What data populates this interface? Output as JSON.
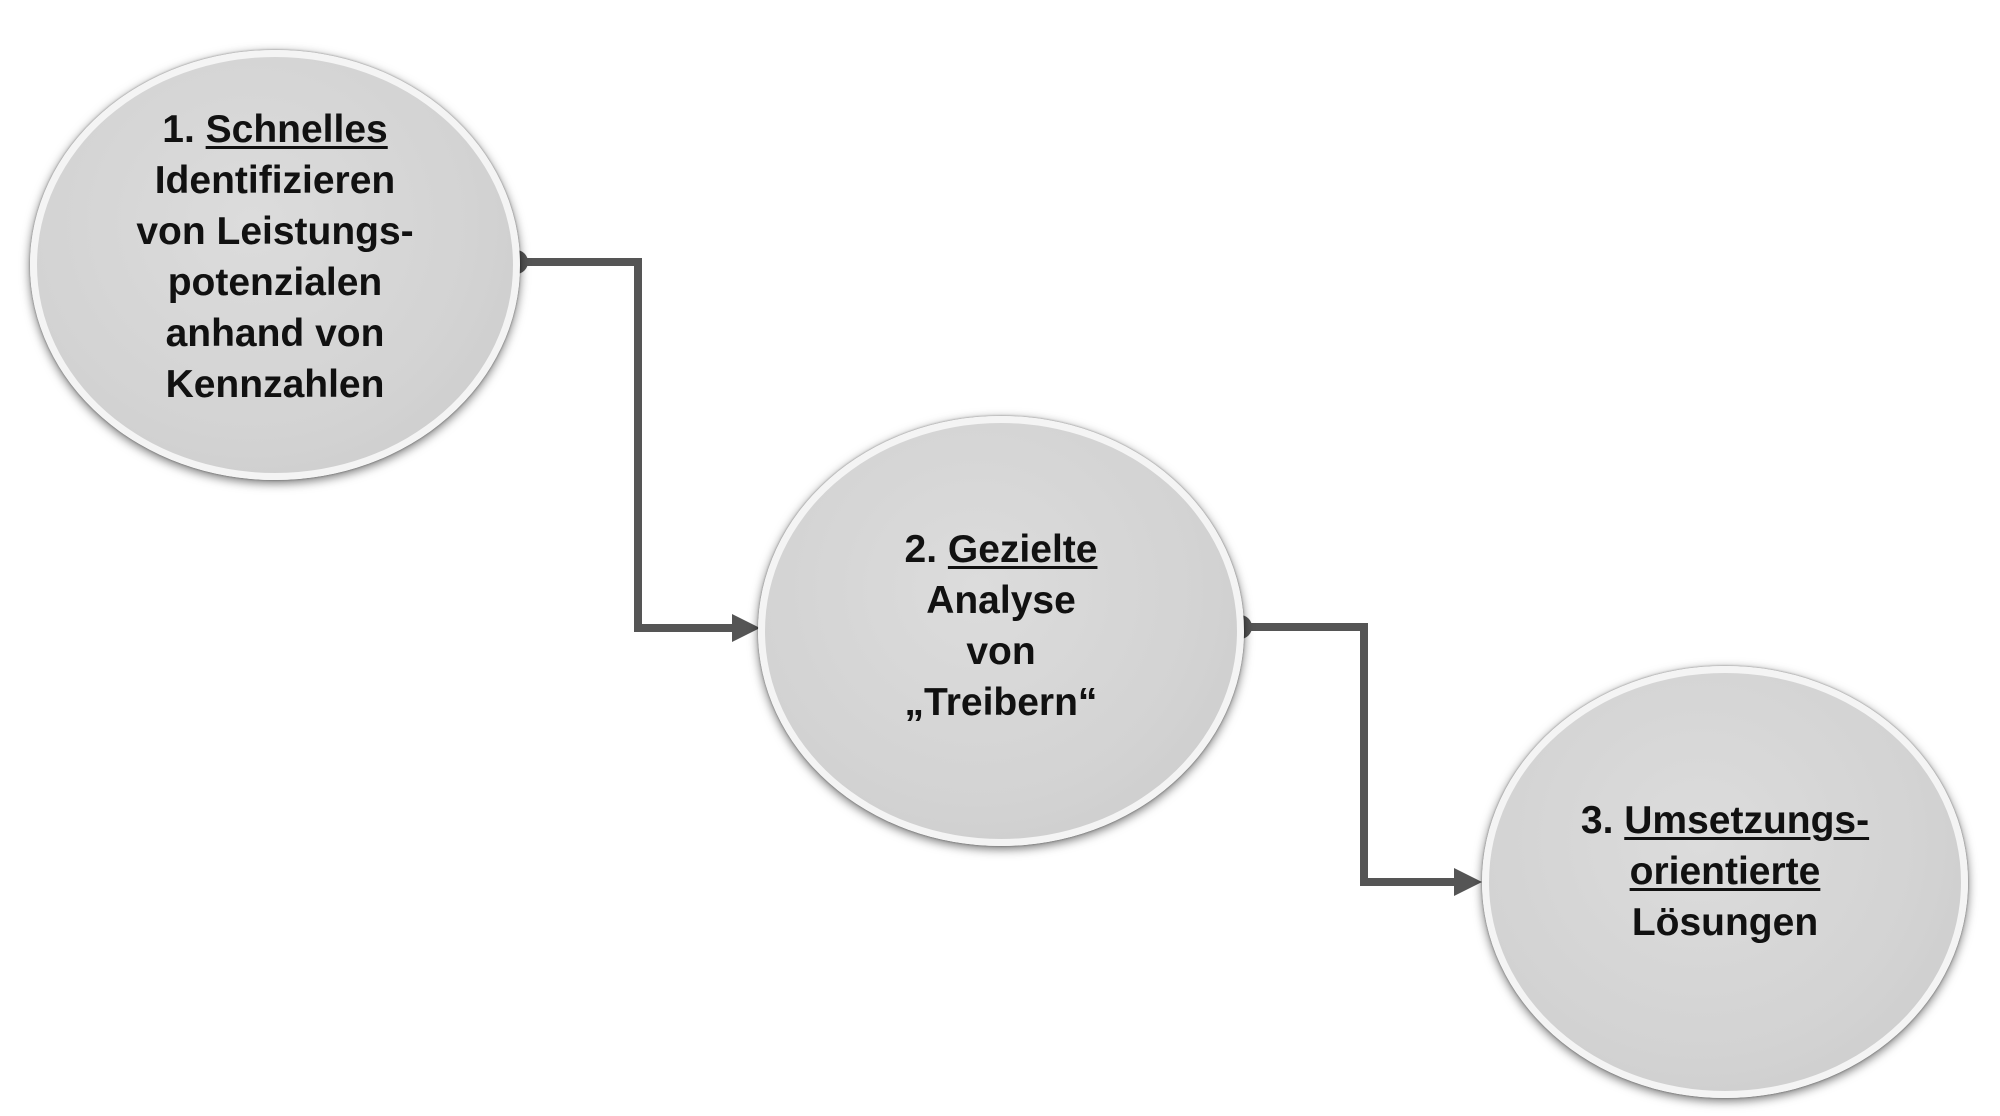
{
  "steps": [
    {
      "number": "1.",
      "keyword": "Schnelles",
      "lines": [
        "Identifizieren",
        "von Leistungs-",
        "potenzialen",
        "anhand von",
        "Kennzahlen"
      ]
    },
    {
      "number": "2.",
      "keyword": "Gezielte",
      "lines": [
        "Analyse",
        "von",
        "„Treibern“"
      ]
    },
    {
      "number": "3.",
      "keyword": "Umsetzungs-",
      "keyword2": "orientierte",
      "lines": [
        "Lösungen"
      ]
    }
  ],
  "colors": {
    "node_fill": "#d4d4d4",
    "node_border": "#f4f4f4",
    "connector": "#555555",
    "text": "#111111"
  }
}
